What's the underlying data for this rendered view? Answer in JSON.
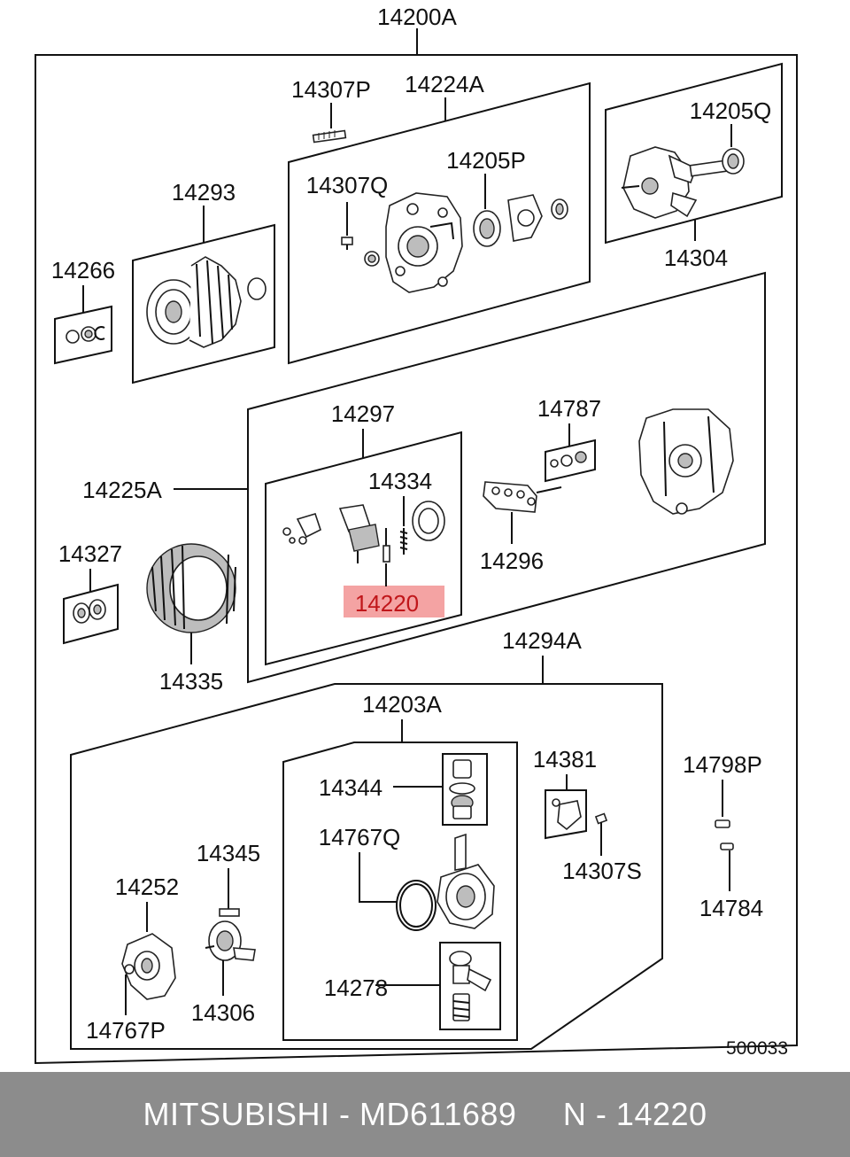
{
  "labels": {
    "assembly": "14200A",
    "p14307P": "14307P",
    "p14224A": "14224A",
    "p14205Q": "14205Q",
    "p14205P": "14205P",
    "p14307Q": "14307Q",
    "p14293": "14293",
    "p14266": "14266",
    "p14304": "14304",
    "p14297": "14297",
    "p14787": "14787",
    "p14334": "14334",
    "p14225A": "14225A",
    "p14327": "14327",
    "p14296": "14296",
    "p14220": "14220",
    "p14294A": "14294A",
    "p14335": "14335",
    "p14203A": "14203A",
    "p14381": "14381",
    "p14344": "14344",
    "p14798P": "14798P",
    "p14767Q": "14767Q",
    "p14345": "14345",
    "p14307S": "14307S",
    "p14252": "14252",
    "p14784": "14784",
    "p14278": "14278",
    "p14306": "14306",
    "p14767P": "14767P",
    "diagram_code": "500033"
  },
  "highlight": {
    "part": "14220",
    "color": "#f4a3a3"
  },
  "footer": {
    "text": "MITSUBISHI - MD611689     N - 14220",
    "background": "#8c8c8c"
  }
}
